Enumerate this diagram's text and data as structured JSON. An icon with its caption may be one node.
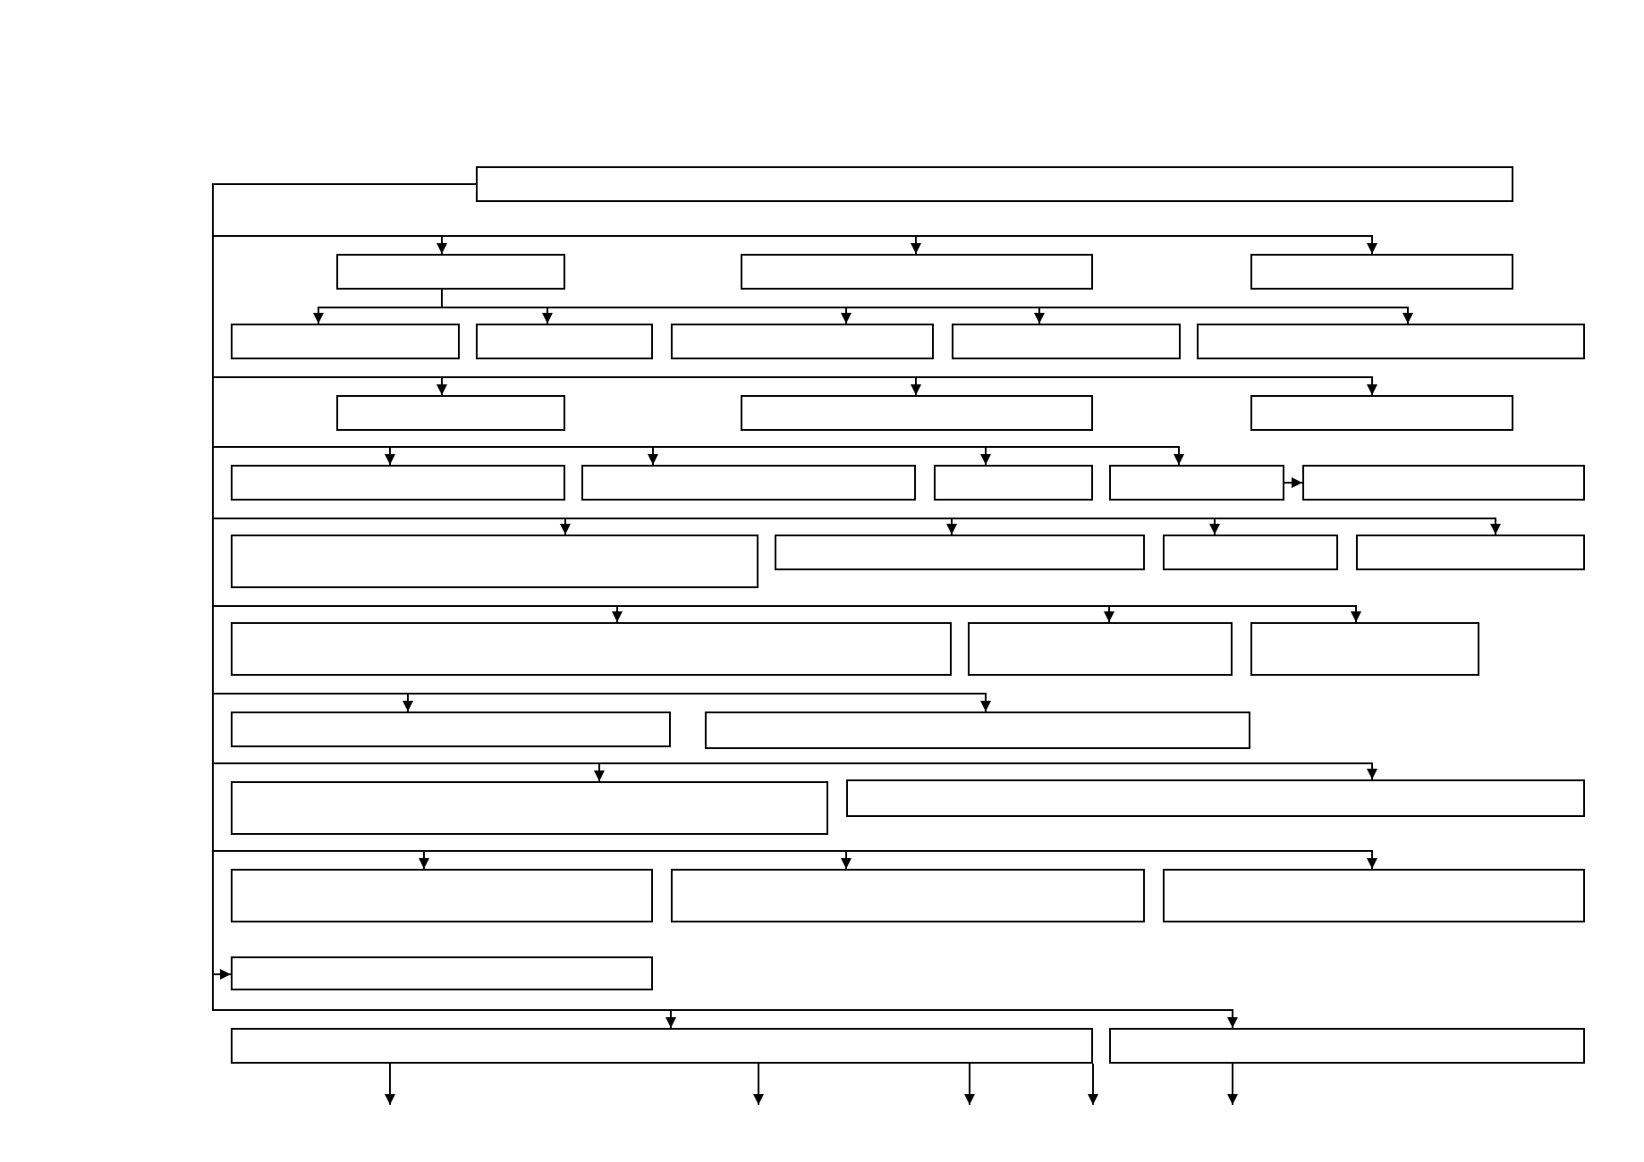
{
  "diagram": {
    "nodes": [
      {
        "text": [],
        "shape": "box"
      },
      {
        "text": [],
        "shape": "box"
      },
      {
        "text": [],
        "shape": "box"
      },
      {
        "text": [],
        "shape": "box"
      },
      {
        "text": [],
        "shape": "box"
      },
      {
        "text": [],
        "shape": "box"
      },
      {
        "text": [],
        "shape": "box"
      },
      {
        "text": [],
        "shape": "box"
      },
      {
        "text": [],
        "shape": "box"
      },
      {
        "text": [],
        "shape": "box"
      },
      {
        "text": [],
        "shape": "box"
      },
      {
        "text": [],
        "shape": "box"
      },
      {
        "text": [],
        "shape": "box"
      },
      {
        "text": [],
        "shape": "box"
      },
      {
        "text": [],
        "shape": "box"
      },
      {
        "text": [],
        "shape": "box"
      },
      {
        "text": [],
        "shape": "box"
      },
      {
        "text": [],
        "shape": "box"
      },
      {
        "text": [],
        "shape": "box"
      },
      {
        "text": [],
        "shape": "box"
      },
      {
        "text": [],
        "shape": "box"
      },
      {
        "text": [],
        "shape": "box"
      },
      {
        "text": [],
        "shape": "box"
      },
      {
        "text": [],
        "shape": "box"
      },
      {
        "text": [],
        "shape": "box"
      },
      {
        "text": [],
        "shape": "box"
      },
      {
        "text": [],
        "shape": "box"
      },
      {
        "text": [],
        "shape": "box"
      },
      {
        "text": [],
        "shape": "box"
      },
      {
        "text": [],
        "shape": "box"
      },
      {
        "text": [],
        "shape": "box"
      },
      {
        "text": [],
        "shape": "box"
      },
      {
        "text": [],
        "shape": "box"
      },
      {
        "text": [],
        "shape": "box"
      }
    ],
    "edges": [
      {
        "from": 0,
        "to": 1,
        "arrow": "to"
      },
      {
        "from": 0,
        "to": 2,
        "arrow": "to"
      },
      {
        "from": 0,
        "to": 3,
        "arrow": "to"
      },
      {
        "from": 1,
        "to": 4,
        "arrow": "to"
      },
      {
        "from": 1,
        "to": 5,
        "arrow": "to"
      },
      {
        "from": 1,
        "to": 6,
        "arrow": "to"
      },
      {
        "from": 1,
        "to": 7,
        "arrow": "to"
      },
      {
        "from": 1,
        "to": 8,
        "arrow": "to"
      },
      {
        "from": 0,
        "to": 9,
        "arrow": "to"
      },
      {
        "from": 0,
        "to": 10,
        "arrow": "to"
      },
      {
        "from": 0,
        "to": 11,
        "arrow": "to"
      },
      {
        "from": 0,
        "to": 12,
        "arrow": "to"
      },
      {
        "from": 0,
        "to": 13,
        "arrow": "to"
      },
      {
        "from": 0,
        "to": 14,
        "arrow": "to"
      },
      {
        "from": 0,
        "to": 15,
        "arrow": "to"
      },
      {
        "from": 15,
        "to": 16,
        "arrow": "to"
      },
      {
        "from": 0,
        "to": 17,
        "arrow": "to"
      },
      {
        "from": 0,
        "to": 18,
        "arrow": "to"
      },
      {
        "from": 0,
        "to": 19,
        "arrow": "to"
      },
      {
        "from": 0,
        "to": 20,
        "arrow": "to"
      },
      {
        "from": 0,
        "to": 21,
        "arrow": "to"
      },
      {
        "from": 0,
        "to": 22,
        "arrow": "to"
      },
      {
        "from": 0,
        "to": 23,
        "arrow": "to"
      },
      {
        "from": 0,
        "to": 24,
        "arrow": "to"
      },
      {
        "from": 0,
        "to": 25,
        "arrow": "to"
      },
      {
        "from": 0,
        "to": 26,
        "arrow": "to"
      },
      {
        "from": 0,
        "to": 27,
        "arrow": "to"
      },
      {
        "from": 0,
        "to": 28,
        "arrow": "to"
      },
      {
        "from": 0,
        "to": 29,
        "arrow": "to"
      },
      {
        "from": 0,
        "to": 30,
        "arrow": "to"
      },
      {
        "from": 0,
        "to": 31,
        "arrow": "to"
      },
      {
        "from": 0,
        "to": 32,
        "arrow": "to"
      },
      {
        "from": 0,
        "to": 33,
        "arrow": "to"
      },
      {
        "from": 32,
        "to": null,
        "arrow": "to"
      },
      {
        "from": 32,
        "to": null,
        "arrow": "to"
      },
      {
        "from": 32,
        "to": null,
        "arrow": "to"
      },
      {
        "from": 32,
        "to": null,
        "arrow": "to"
      },
      {
        "from": 33,
        "to": null,
        "arrow": "to"
      }
    ]
  }
}
